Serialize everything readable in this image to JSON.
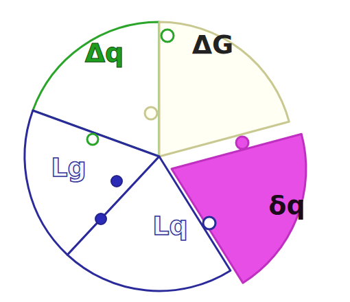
{
  "diagram": {
    "nodes": [
      {
        "text": [
          "Δq"
        ]
      },
      {
        "text": [
          "ΔG"
        ]
      },
      {
        "text": [
          "δq"
        ]
      },
      {
        "text": [
          "Lg"
        ]
      },
      {
        "text": [
          "Lq"
        ]
      }
    ]
  }
}
